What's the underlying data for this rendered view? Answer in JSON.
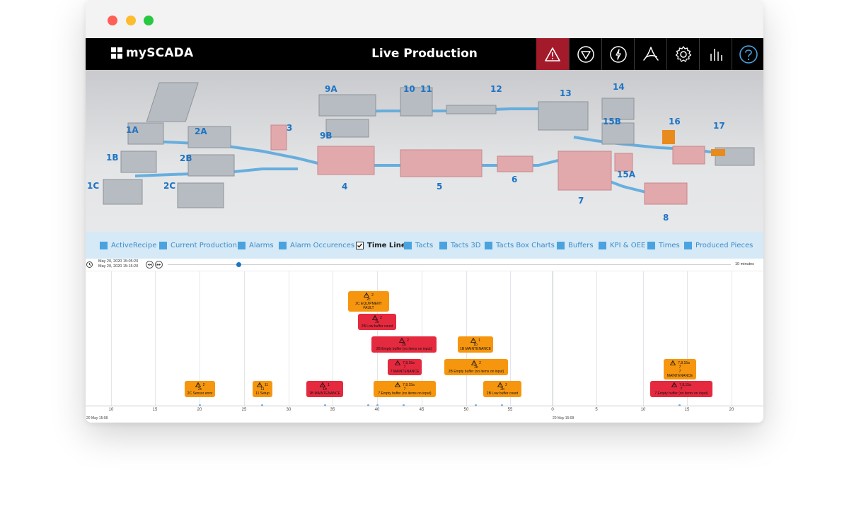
{
  "app": {
    "logo_text": "mySCADA",
    "page_title": "Live Production"
  },
  "header_buttons": [
    "alarm-warning-icon",
    "stop-triangle-icon",
    "power-icon",
    "pdf-icon",
    "settings-gear-icon",
    "bar-chart-icon",
    "help-icon"
  ],
  "scene": {
    "labels": [
      "1A",
      "1B",
      "1C",
      "2A",
      "2B",
      "2C",
      "3",
      "4",
      "5",
      "6",
      "7",
      "8",
      "9A",
      "9B",
      "10",
      "11",
      "12",
      "13",
      "14",
      "15A",
      "15B",
      "16",
      "17"
    ]
  },
  "tabs": [
    {
      "label": "ActiveRecipe",
      "checked": false
    },
    {
      "label": "Current Production",
      "checked": false
    },
    {
      "label": "Alarms",
      "checked": false
    },
    {
      "label": "Alarm Occurences",
      "checked": false
    },
    {
      "label": "Time Line",
      "checked": true
    },
    {
      "label": "Tacts",
      "checked": false
    },
    {
      "label": "Tacts 3D",
      "checked": false
    },
    {
      "label": "Tacts Box Charts",
      "checked": false
    },
    {
      "label": "Buffers",
      "checked": false
    },
    {
      "label": "KPI & OEE",
      "checked": false
    },
    {
      "label": "Times",
      "checked": false
    },
    {
      "label": "Produced Pieces",
      "checked": false
    }
  ],
  "timeline_controls": {
    "start": "May 20, 2020 15:05:20",
    "end": "May 20, 2020 15:15:20",
    "range": "10 minutes"
  },
  "timeline": {
    "ticks": [
      "10",
      "15",
      "20",
      "25",
      "30",
      "35",
      "40",
      "45",
      "50",
      "55",
      "0",
      "5",
      "10",
      "15",
      "20"
    ],
    "date_labels": [
      "20 May 15:08",
      "20 May 15:09"
    ],
    "events": [
      {
        "line1": "2",
        "line2": "2c",
        "text": "2C EQUIPMENT FAULT",
        "color": "orange"
      },
      {
        "line1": "2",
        "line2": "2b",
        "text": "2B Low buffer count",
        "color": "red"
      },
      {
        "line1": "2",
        "line2": "2b",
        "text": "2B Empty buffer (no items on input)",
        "color": "red"
      },
      {
        "line1": "1",
        "line2": "1b",
        "text": "1B MAINTENANCE",
        "color": "orange"
      },
      {
        "line1": "7,8,15a",
        "line2": "7",
        "text": "7 MAINTENANCE",
        "color": "red"
      },
      {
        "line1": "2",
        "line2": "2b",
        "text": "2B Empty buffer (no items on input)",
        "color": "orange"
      },
      {
        "line1": "7,8,15a",
        "line2": "7",
        "text": "7 MAINTENANCE",
        "color": "orange"
      },
      {
        "line1": "2",
        "line2": "2c",
        "text": "2C Sensor error",
        "color": "orange"
      },
      {
        "line1": "11",
        "line2": "11",
        "text": "11 Setup",
        "color": "orange"
      },
      {
        "line1": "1",
        "line2": "1b",
        "text": "1B MAINTENANCE",
        "color": "red"
      },
      {
        "line1": "7,8,15a",
        "line2": "7",
        "text": "7 Empty buffer (no items on input)",
        "color": "orange"
      },
      {
        "line1": "2",
        "line2": "2b",
        "text": "2B Low buffer count",
        "color": "orange"
      },
      {
        "line1": "7,8,15a",
        "line2": "7",
        "text": "7 Empty buffer (no items on input)",
        "color": "red"
      }
    ]
  },
  "colors": {
    "alarm_active": "#a31b2a",
    "accent_blue": "#1d74c4",
    "warning_orange": "#f6960f",
    "alarm_red": "#e5293e",
    "tabs_bg": "#d5e9f6"
  }
}
